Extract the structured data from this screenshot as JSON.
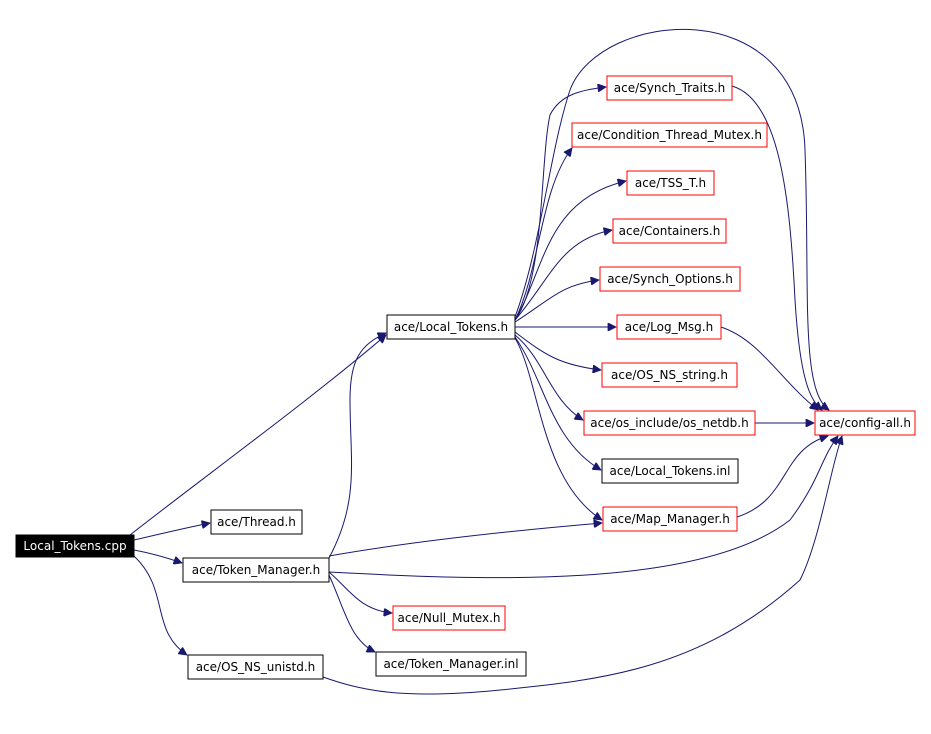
{
  "colors": {
    "background": "#ffffff",
    "edge": "#191970",
    "root_fill": "#000000",
    "root_text": "#ffffff",
    "box_border_black": "#000000",
    "box_border_red": "#ff0000",
    "text": "#000000"
  },
  "nodes": {
    "root": {
      "label": "Local_Tokens.cpp",
      "style": "root"
    },
    "local_tokens_h": {
      "label": "ace/Local_Tokens.h",
      "style": "black"
    },
    "thread_h": {
      "label": "ace/Thread.h",
      "style": "black"
    },
    "token_manager_h": {
      "label": "ace/Token_Manager.h",
      "style": "black"
    },
    "os_ns_unistd_h": {
      "label": "ace/OS_NS_unistd.h",
      "style": "black"
    },
    "synch_traits_h": {
      "label": "ace/Synch_Traits.h",
      "style": "red"
    },
    "condition_thread_mutex_h": {
      "label": "ace/Condition_Thread_Mutex.h",
      "style": "red"
    },
    "tss_t_h": {
      "label": "ace/TSS_T.h",
      "style": "red"
    },
    "containers_h": {
      "label": "ace/Containers.h",
      "style": "red"
    },
    "synch_options_h": {
      "label": "ace/Synch_Options.h",
      "style": "red"
    },
    "log_msg_h": {
      "label": "ace/Log_Msg.h",
      "style": "red"
    },
    "os_ns_string_h": {
      "label": "ace/OS_NS_string.h",
      "style": "red"
    },
    "os_netdb_h": {
      "label": "ace/os_include/os_netdb.h",
      "style": "red"
    },
    "local_tokens_inl": {
      "label": "ace/Local_Tokens.inl",
      "style": "black"
    },
    "map_manager_h": {
      "label": "ace/Map_Manager.h",
      "style": "red"
    },
    "null_mutex_h": {
      "label": "ace/Null_Mutex.h",
      "style": "red"
    },
    "token_manager_inl": {
      "label": "ace/Token_Manager.inl",
      "style": "black"
    },
    "config_all_h": {
      "label": "ace/config-all.h",
      "style": "red"
    }
  },
  "edges": [
    [
      "root",
      "local_tokens_h"
    ],
    [
      "root",
      "thread_h"
    ],
    [
      "root",
      "token_manager_h"
    ],
    [
      "root",
      "os_ns_unistd_h"
    ],
    [
      "local_tokens_h",
      "synch_traits_h"
    ],
    [
      "local_tokens_h",
      "condition_thread_mutex_h"
    ],
    [
      "local_tokens_h",
      "tss_t_h"
    ],
    [
      "local_tokens_h",
      "containers_h"
    ],
    [
      "local_tokens_h",
      "synch_options_h"
    ],
    [
      "local_tokens_h",
      "log_msg_h"
    ],
    [
      "local_tokens_h",
      "os_ns_string_h"
    ],
    [
      "local_tokens_h",
      "os_netdb_h"
    ],
    [
      "local_tokens_h",
      "local_tokens_inl"
    ],
    [
      "local_tokens_h",
      "map_manager_h"
    ],
    [
      "local_tokens_h",
      "config_all_h"
    ],
    [
      "token_manager_h",
      "local_tokens_h"
    ],
    [
      "token_manager_h",
      "map_manager_h"
    ],
    [
      "token_manager_h",
      "null_mutex_h"
    ],
    [
      "token_manager_h",
      "token_manager_inl"
    ],
    [
      "token_manager_h",
      "config_all_h"
    ],
    [
      "synch_traits_h",
      "config_all_h"
    ],
    [
      "log_msg_h",
      "config_all_h"
    ],
    [
      "os_netdb_h",
      "config_all_h"
    ],
    [
      "map_manager_h",
      "config_all_h"
    ],
    [
      "os_ns_unistd_h",
      "config_all_h"
    ]
  ]
}
